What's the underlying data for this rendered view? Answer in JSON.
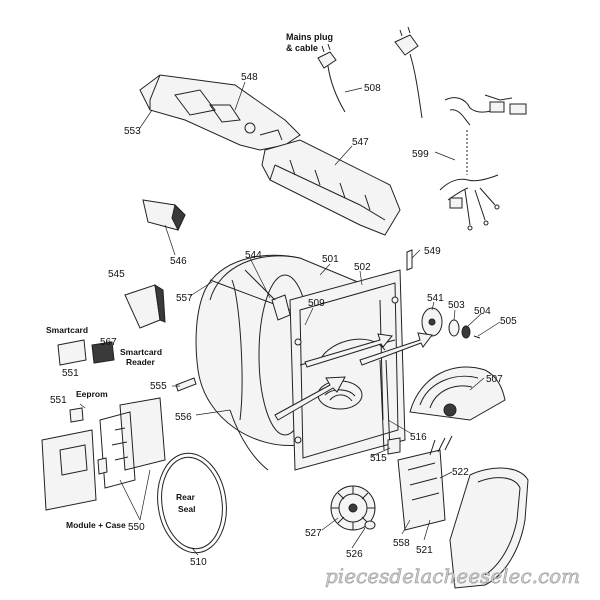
{
  "callouts": {
    "mains_plug": "Mains plug",
    "mains_cable": "& cable",
    "smartcard": "Smartcard",
    "smartcard_reader_1": "Smartcard",
    "smartcard_reader_2": "Reader",
    "eeprom": "Eeprom",
    "module_case": "Module + Case",
    "rear_seal_1": "Rear",
    "rear_seal_2": "Seal"
  },
  "parts": {
    "p548": "548",
    "p553": "553",
    "p508": "508",
    "p547": "547",
    "p599": "599",
    "p546": "546",
    "p544": "544",
    "p501": "501",
    "p502": "502",
    "p549": "549",
    "p545": "545",
    "p557": "557",
    "p509": "509",
    "p541": "541",
    "p503": "503",
    "p504": "504",
    "p505": "505",
    "p567": "567",
    "p551a": "551",
    "p555": "555",
    "p507": "507",
    "p551b": "551",
    "p556": "556",
    "p516": "516",
    "p515": "515",
    "p522": "522",
    "p550": "550",
    "p527": "527",
    "p510": "510",
    "p526": "526",
    "p558": "558",
    "p521": "521"
  },
  "watermark": "piecesdelacheeselec.com"
}
